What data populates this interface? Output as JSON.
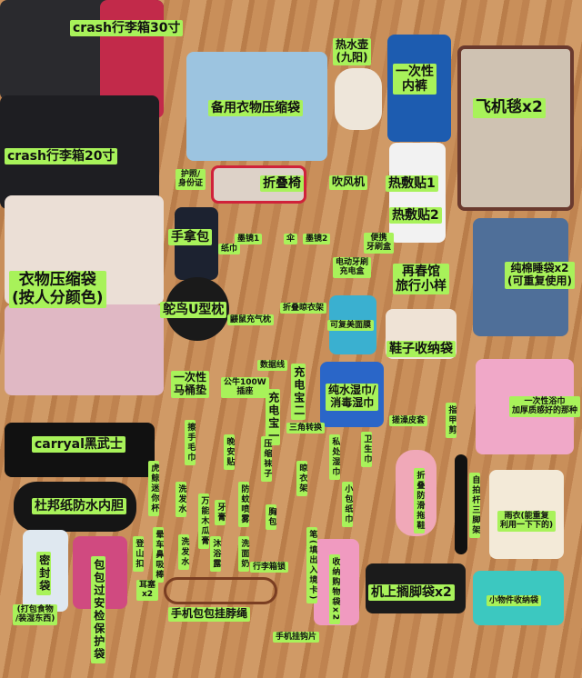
{
  "labels": [
    "crash行李箱30寸",
    "备用衣物压缩袋",
    "crash行李箱20寸",
    "护照/\n身份证",
    "折叠椅",
    "热水壶\n(九阳)",
    "一次性\n内裤",
    "飞机毯x2",
    "吹风机",
    "热敷贴1",
    "热敷贴2",
    "衣物压缩袋\n(按人分颜色)",
    "手拿包",
    "纸巾",
    "墨镜1",
    "伞",
    "墨镜2",
    "便携\n牙刷盒",
    "电动牙刷\n充电盒",
    "再春馆\n旅行小样",
    "纯棉睡袋x2\n(可重复使用)",
    "鸵鸟U型枕",
    "鼹鼠充气枕",
    "折叠晾衣架",
    "可复美面膜",
    "鞋子收纳袋",
    "一次性\n马桶垫",
    "数据线",
    "公牛100W\n插座",
    "充电宝二",
    "充电宝一",
    "纯水湿巾/\n消毒湿巾",
    "指甲剪",
    "搓澡皮套",
    "一次性浴巾\n加厚质感好的那种",
    "三角转换",
    "卫生巾",
    "私处湿巾",
    "晾衣架",
    "小包纸巾",
    "折叠防滑拖鞋",
    "自拍杆三脚架",
    "雨衣(能重复\n利用一下下的)",
    "carryal黑武士",
    "杜邦纸防水内胆",
    "密封袋",
    "(打包食物\n/装湿东西)",
    "包包过安检保护袋",
    "擦手毛巾",
    "晚安贴",
    "压缩袜子",
    "防蚊喷雾",
    "洗发水",
    "万能木瓜膏",
    "牙膏",
    "胸包",
    "虎鲸迷你杯",
    "晕车鼻吸棒",
    "登山扣",
    "洗发水",
    "沐浴露",
    "洗面奶",
    "行李箱锁",
    "耳塞\nx2",
    "笔(填出入境卡)",
    "收纳购物袋x2",
    "手机包包挂脖绳",
    "手机挂钩片",
    "机上搁脚袋x2",
    "小物件收纳袋"
  ],
  "colors": {
    "label_bg": "#a8f25a",
    "wood": "#c98f5a"
  }
}
